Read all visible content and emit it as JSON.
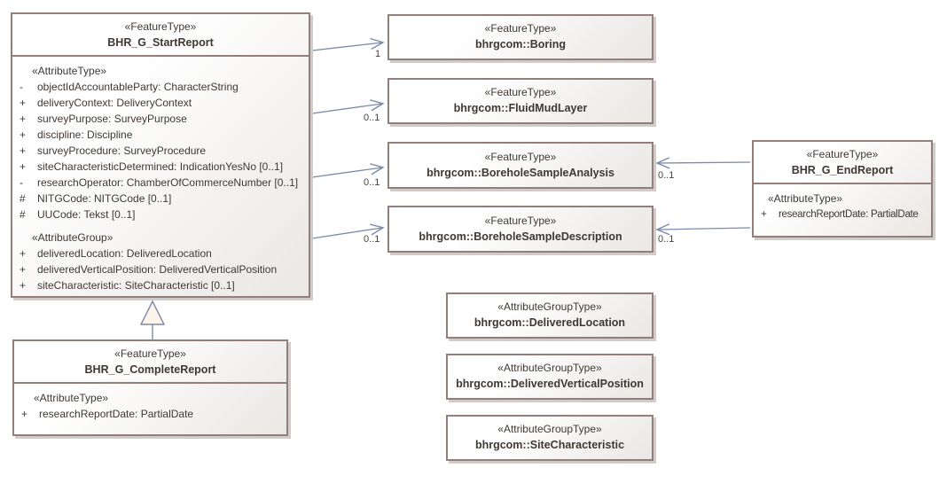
{
  "diagram_title": "BHR_G_StartReport UML class diagram",
  "colors": {
    "class_border": "#927f7c",
    "class_fill_start": "#ffffff",
    "class_fill_end": "#eae7e4",
    "connector_line": "#7b8aa8",
    "text": "#3f3833",
    "shadow": "#cfccc9",
    "generalization_fill": "#fcf3ea"
  },
  "classes": {
    "startReport": {
      "stereotype": "«FeatureType»",
      "name": "BHR_G_StartReport",
      "attrTypeHeader": "«AttributeType»",
      "attrGroupHeader": "«AttributeGroup»",
      "attrType": [
        {
          "vis": "-",
          "text": "objectIdAccountableParty: CharacterString"
        },
        {
          "vis": "+",
          "text": "deliveryContext: DeliveryContext"
        },
        {
          "vis": "+",
          "text": "surveyPurpose: SurveyPurpose"
        },
        {
          "vis": "+",
          "text": "discipline: Discipline"
        },
        {
          "vis": "+",
          "text": "surveyProcedure: SurveyProcedure"
        },
        {
          "vis": "+",
          "text": "siteCharacteristicDetermined: IndicationYesNo [0..1]"
        },
        {
          "vis": "-",
          "text": "researchOperator: ChamberOfCommerceNumber [0..1]"
        },
        {
          "vis": "#",
          "text": "NITGCode: NITGCode [0..1]"
        },
        {
          "vis": "#",
          "text": "UUCode: Tekst [0..1]"
        }
      ],
      "attrGroup": [
        {
          "vis": "+",
          "text": "deliveredLocation: DeliveredLocation"
        },
        {
          "vis": "+",
          "text": "deliveredVerticalPosition: DeliveredVerticalPosition"
        },
        {
          "vis": "+",
          "text": "siteCharacteristic: SiteCharacteristic [0..1]"
        }
      ]
    },
    "boring": {
      "stereotype": "«FeatureType»",
      "name": "bhrgcom::Boring"
    },
    "fluidMudLayer": {
      "stereotype": "«FeatureType»",
      "name": "bhrgcom::FluidMudLayer"
    },
    "boreholeSampleAnalysis": {
      "stereotype": "«FeatureType»",
      "name": "bhrgcom::BoreholeSampleAnalysis"
    },
    "boreholeSampleDescription": {
      "stereotype": "«FeatureType»",
      "name": "bhrgcom::BoreholeSampleDescription"
    },
    "endReport": {
      "stereotype": "«FeatureType»",
      "name": "BHR_G_EndReport",
      "attrTypeHeader": "«AttributeType»",
      "attrType": [
        {
          "vis": "+",
          "text": "researchReportDate: PartialDate"
        }
      ]
    },
    "completeReport": {
      "stereotype": "«FeatureType»",
      "name": "BHR_G_CompleteReport",
      "attrTypeHeader": "«AttributeType»",
      "attrType": [
        {
          "vis": "+",
          "text": "researchReportDate: PartialDate"
        }
      ]
    },
    "deliveredLocation": {
      "stereotype": "«AttributeGroupType»",
      "name": "bhrgcom::DeliveredLocation"
    },
    "deliveredVerticalPosition": {
      "stereotype": "«AttributeGroupType»",
      "name": "bhrgcom::DeliveredVerticalPosition"
    },
    "siteCharacteristic": {
      "stereotype": "«AttributeGroupType»",
      "name": "bhrgcom::SiteCharacteristic"
    }
  },
  "connectors": {
    "startToBoring": {
      "type": "association",
      "multiplicity": "1"
    },
    "startToFluidMudLayer": {
      "type": "association",
      "multiplicity": "0..1"
    },
    "startToSampleAnalysis": {
      "type": "association",
      "multiplicity": "0..1"
    },
    "startToSampleDescription": {
      "type": "association",
      "multiplicity": "0..1"
    },
    "endToSampleAnalysis": {
      "type": "association",
      "multiplicity": "0..1"
    },
    "endToSampleDescription": {
      "type": "association",
      "multiplicity": "0..1"
    },
    "completeToStart": {
      "type": "generalization",
      "multiplicity": ""
    }
  }
}
